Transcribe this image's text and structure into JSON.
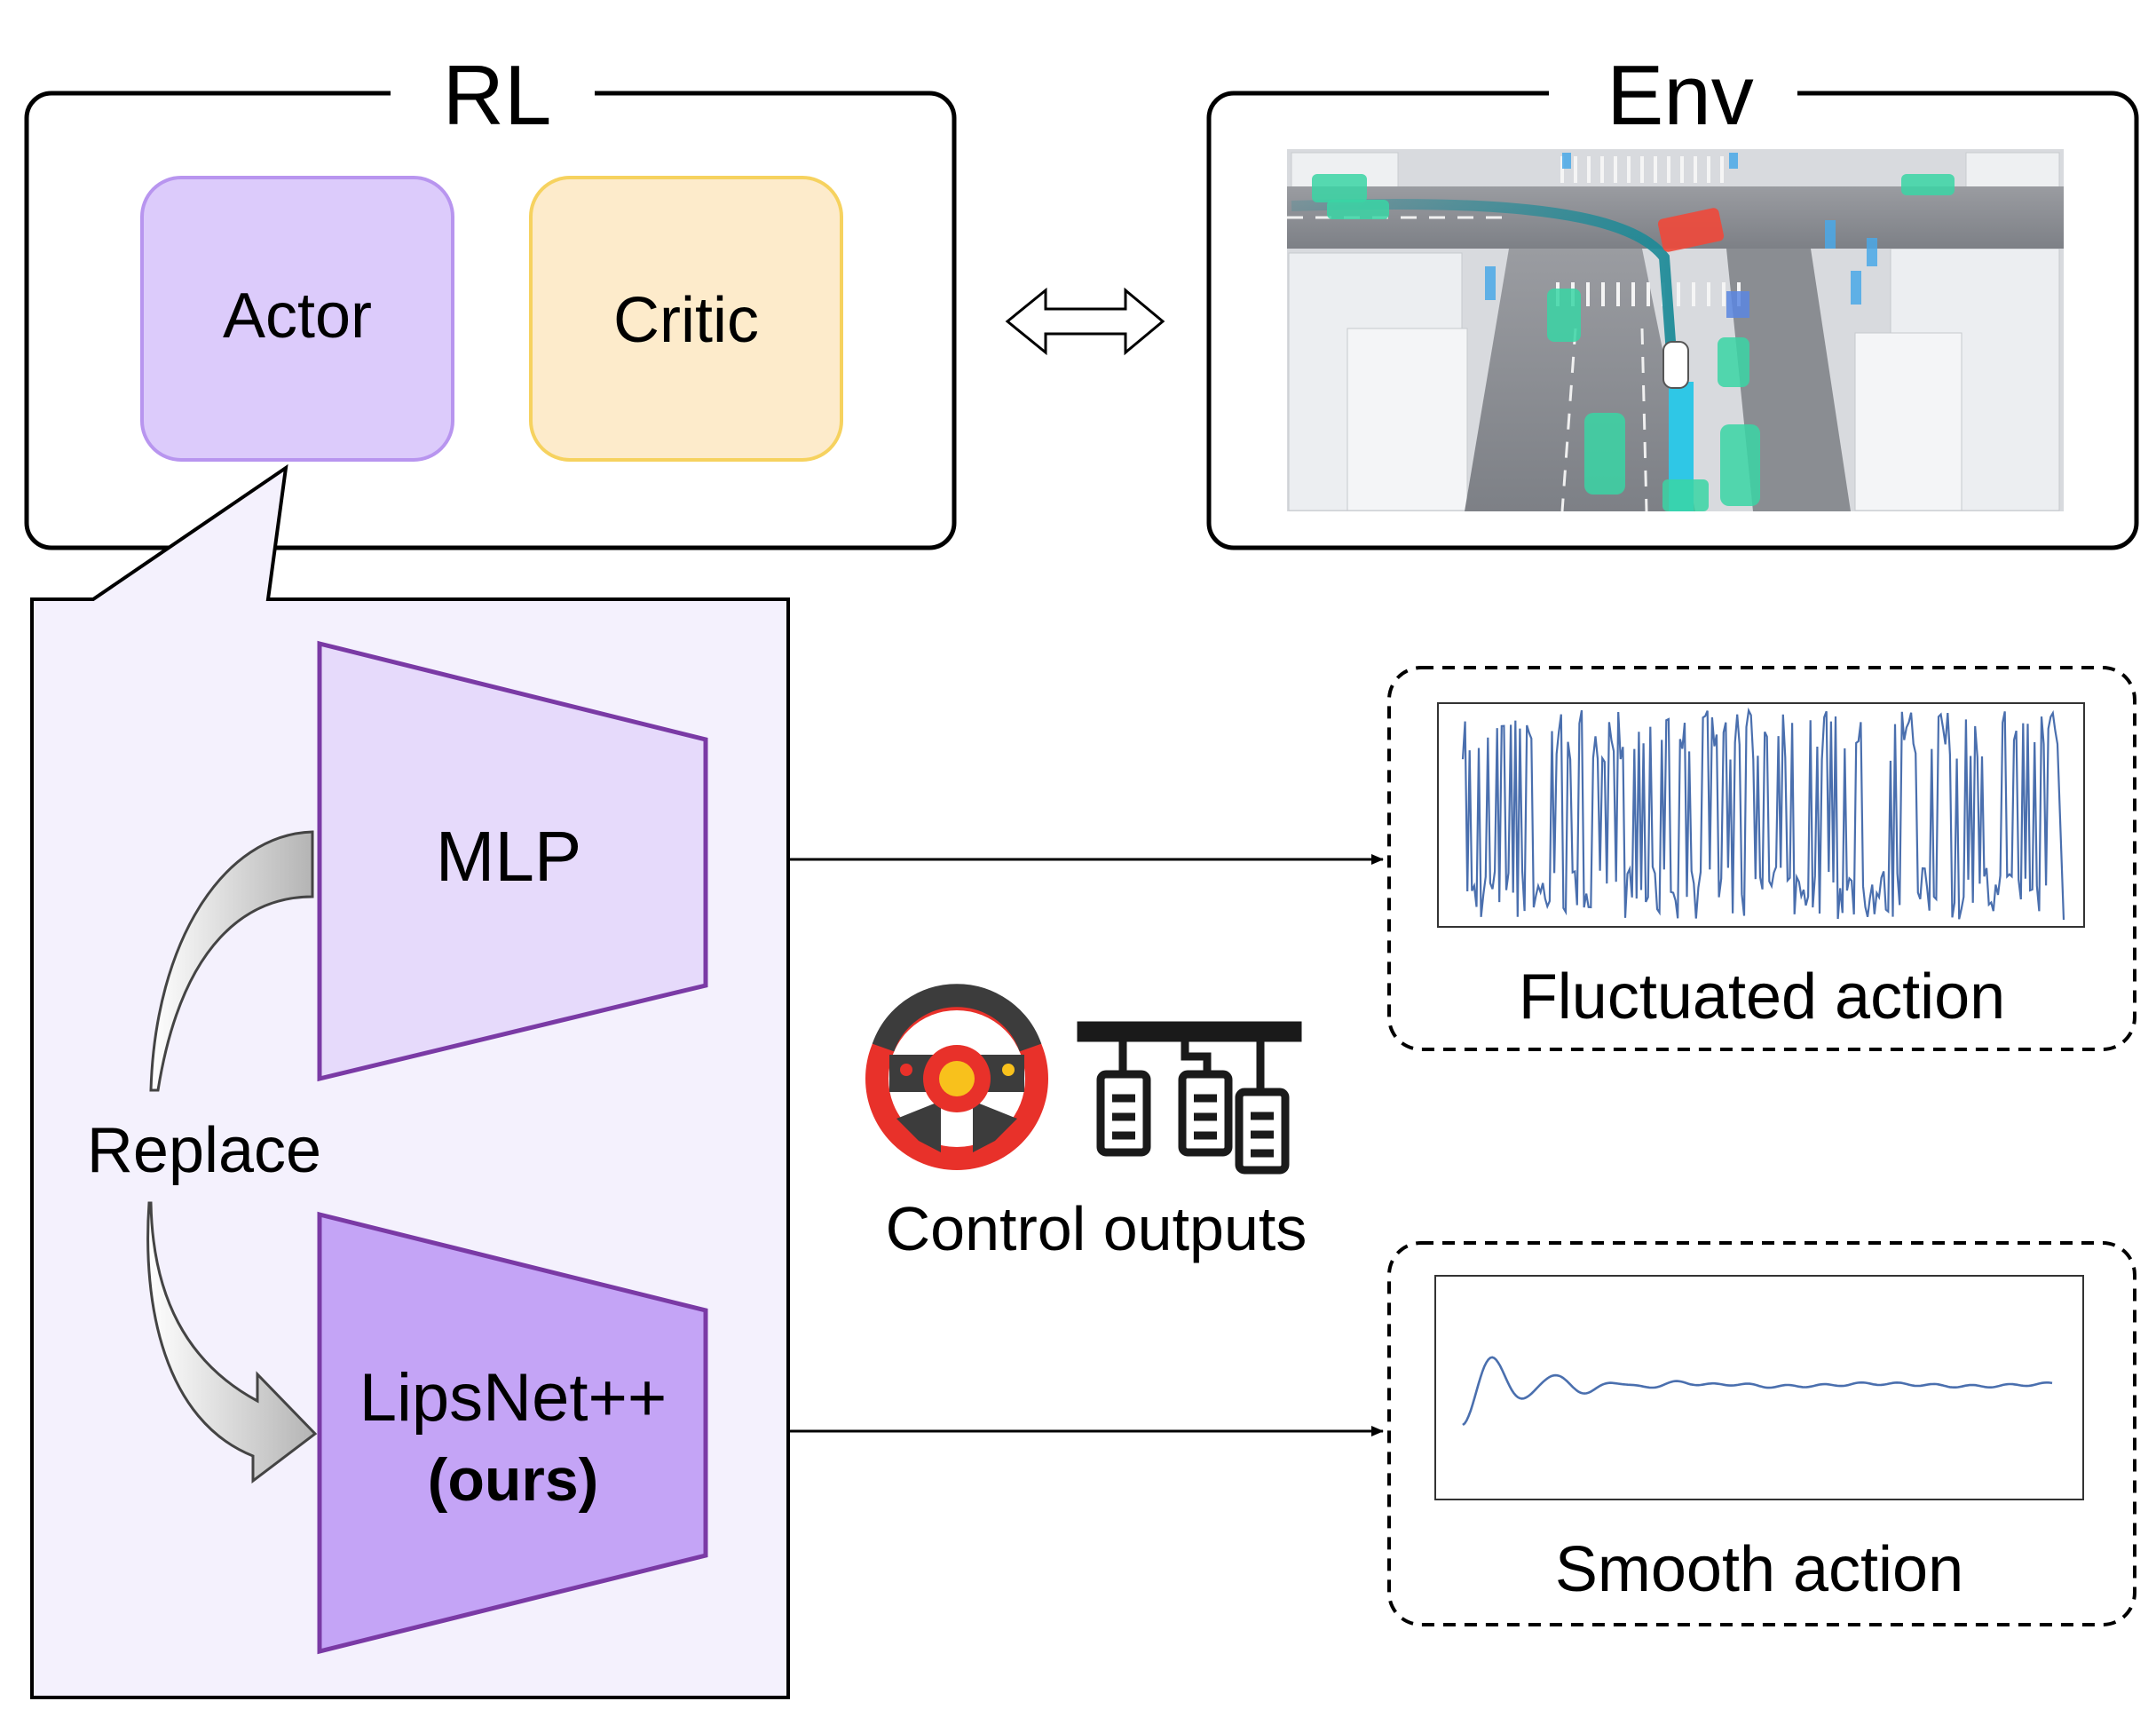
{
  "rl": {
    "title": "RL",
    "actor": "Actor",
    "critic": "Critic"
  },
  "env": {
    "title": "Env"
  },
  "actor_panel": {
    "mlp": "MLP",
    "replace": "Replace",
    "lipsnet": "LipsNet++",
    "ours": "(ours)"
  },
  "control": {
    "label": "Control outputs"
  },
  "outputs": {
    "fluctuated": "Fluctuated action",
    "smooth": "Smooth action"
  },
  "colors": {
    "actor_fill": "#dccbfb",
    "actor_stroke": "#b895ef",
    "critic_fill": "#fdebcb",
    "critic_stroke": "#f6d25f",
    "panel_fill": "#f4f1fd",
    "mlp_fill": "#e6dafb",
    "lipsnet_fill": "#c4a4f6",
    "trapezoid_stroke": "#7a3aa5",
    "signal": "#4a6fae",
    "road": "#8e9197",
    "car": "#3ad5a5"
  },
  "icons": [
    "bidirectional-arrow-icon",
    "steering-wheel-icon",
    "pedals-icon",
    "replace-arrow-icon"
  ]
}
